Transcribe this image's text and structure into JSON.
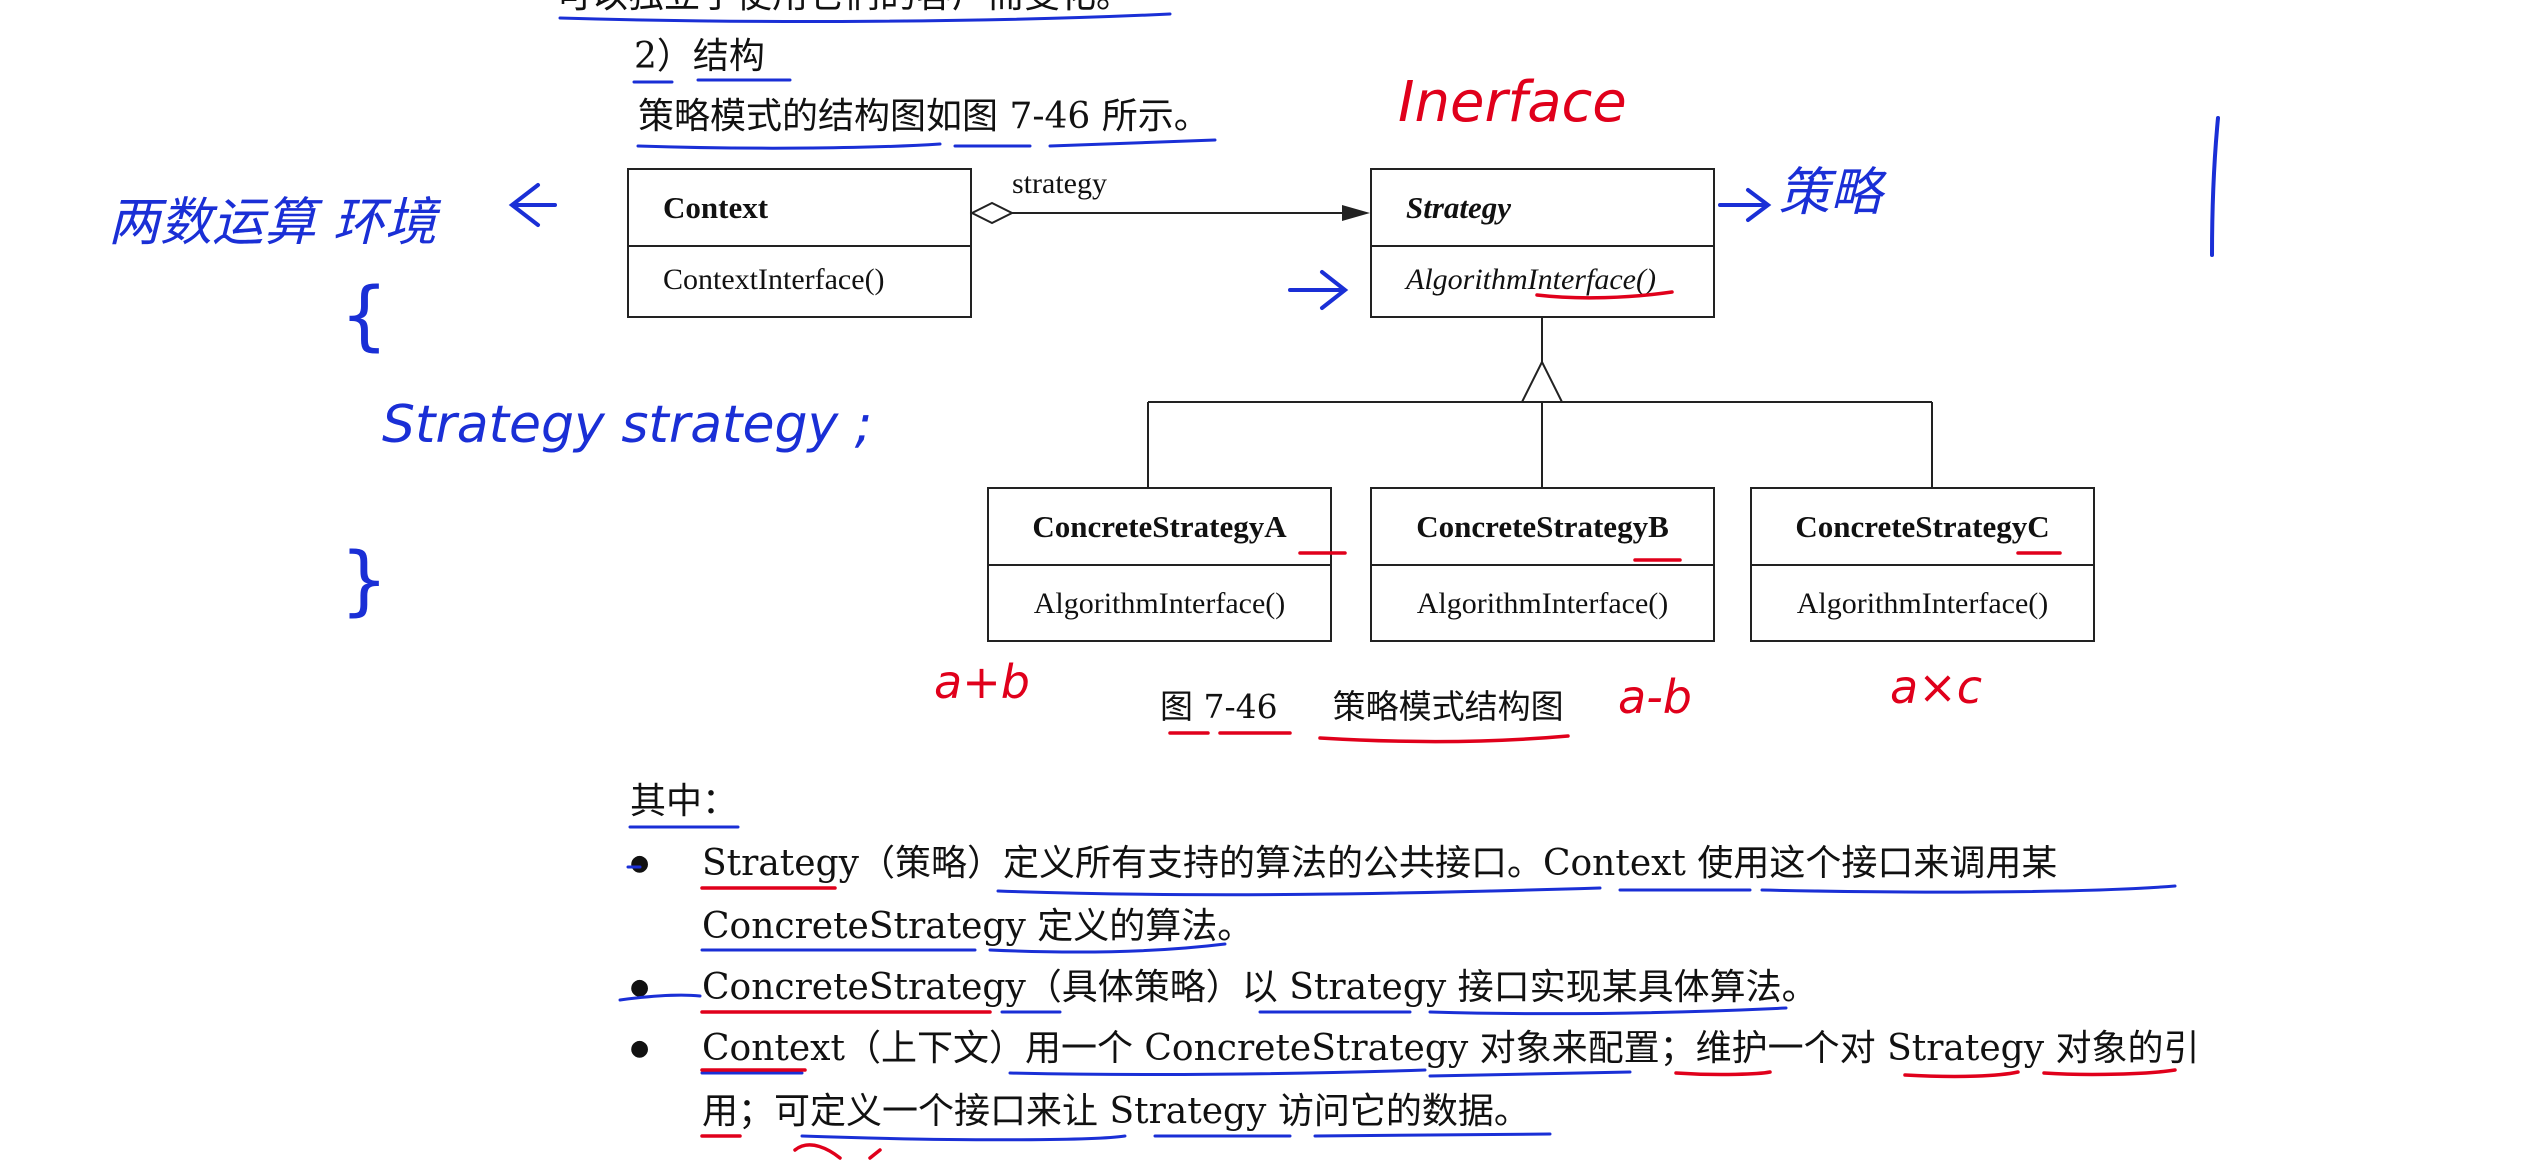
{
  "top_cutoff_text": "可以独立于使用它们的客户而变化。",
  "section": {
    "heading": "2）结构",
    "intro": "策略模式的结构图如图 7-46 所示。"
  },
  "diagram": {
    "context": {
      "name": "Context",
      "operation": "ContextInterface()"
    },
    "association_label": "strategy",
    "strategy": {
      "name": "Strategy",
      "operation": "AlgorithmInterface()"
    },
    "concretes": [
      {
        "name": "ConcreteStrategyA",
        "operation": "AlgorithmInterface()"
      },
      {
        "name": "ConcreteStrategyB",
        "operation": "AlgorithmInterface()"
      },
      {
        "name": "ConcreteStrategyC",
        "operation": "AlgorithmInterface()"
      }
    ],
    "caption_number": "图 7-46",
    "caption_title": "策略模式结构图"
  },
  "body": {
    "lead": "其中：",
    "bullets": [
      {
        "line1": "Strategy（策略）定义所有支持的算法的公共接口。Context 使用这个接口来调用某",
        "line2": "ConcreteStrategy 定义的算法。"
      },
      {
        "line1": "ConcreteStrategy（具体策略）以 Strategy 接口实现某具体算法。"
      },
      {
        "line1": "Context（上下文）用一个 ConcreteStrategy 对象来配置；维护一个对 Strategy 对象的引",
        "line2": "用；可定义一个接口来让 Strategy 访问它的数据。"
      }
    ]
  },
  "annotations": {
    "interface_note": "Inerface",
    "strategy_note": "策略",
    "context_note": "两数运算 环境",
    "brace_open": "{",
    "field_decl": "Strategy strategy ;",
    "brace_close": "}",
    "note_a": "a+b",
    "note_b": "a-b",
    "note_c": "a×c"
  },
  "colors": {
    "red_ink": "#e0001b",
    "blue_ink": "#1a2fd6",
    "text": "#111111"
  }
}
